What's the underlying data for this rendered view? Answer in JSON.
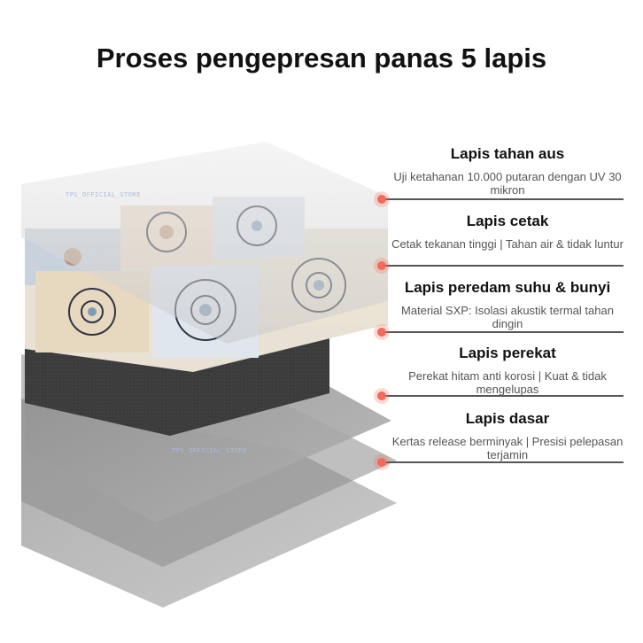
{
  "title": "Proses pengepresan panas 5 lapis",
  "watermark_text": "TPS_OFFICIAL_STORE",
  "colors": {
    "accent_dot": "#f26b5b",
    "rule": "#555555"
  },
  "layers": [
    {
      "name": "Lapis tahan aus",
      "description": "Uji ketahanan 10.000 putaran dengan UV 30 mikron"
    },
    {
      "name": "Lapis cetak",
      "description": "Cetak tekanan tinggi | Tahan air & tidak luntur"
    },
    {
      "name": "Lapis peredam suhu & bunyi",
      "description": "Material SXP: Isolasi akustik  termal tahan dingin"
    },
    {
      "name": "Lapis perekat",
      "description": "Perekat hitam anti korosi | Kuat & tidak mengelupas"
    },
    {
      "name": "Lapis dasar",
      "description": "Kertas release berminyak | Presisi pelepasan terjamin"
    }
  ]
}
